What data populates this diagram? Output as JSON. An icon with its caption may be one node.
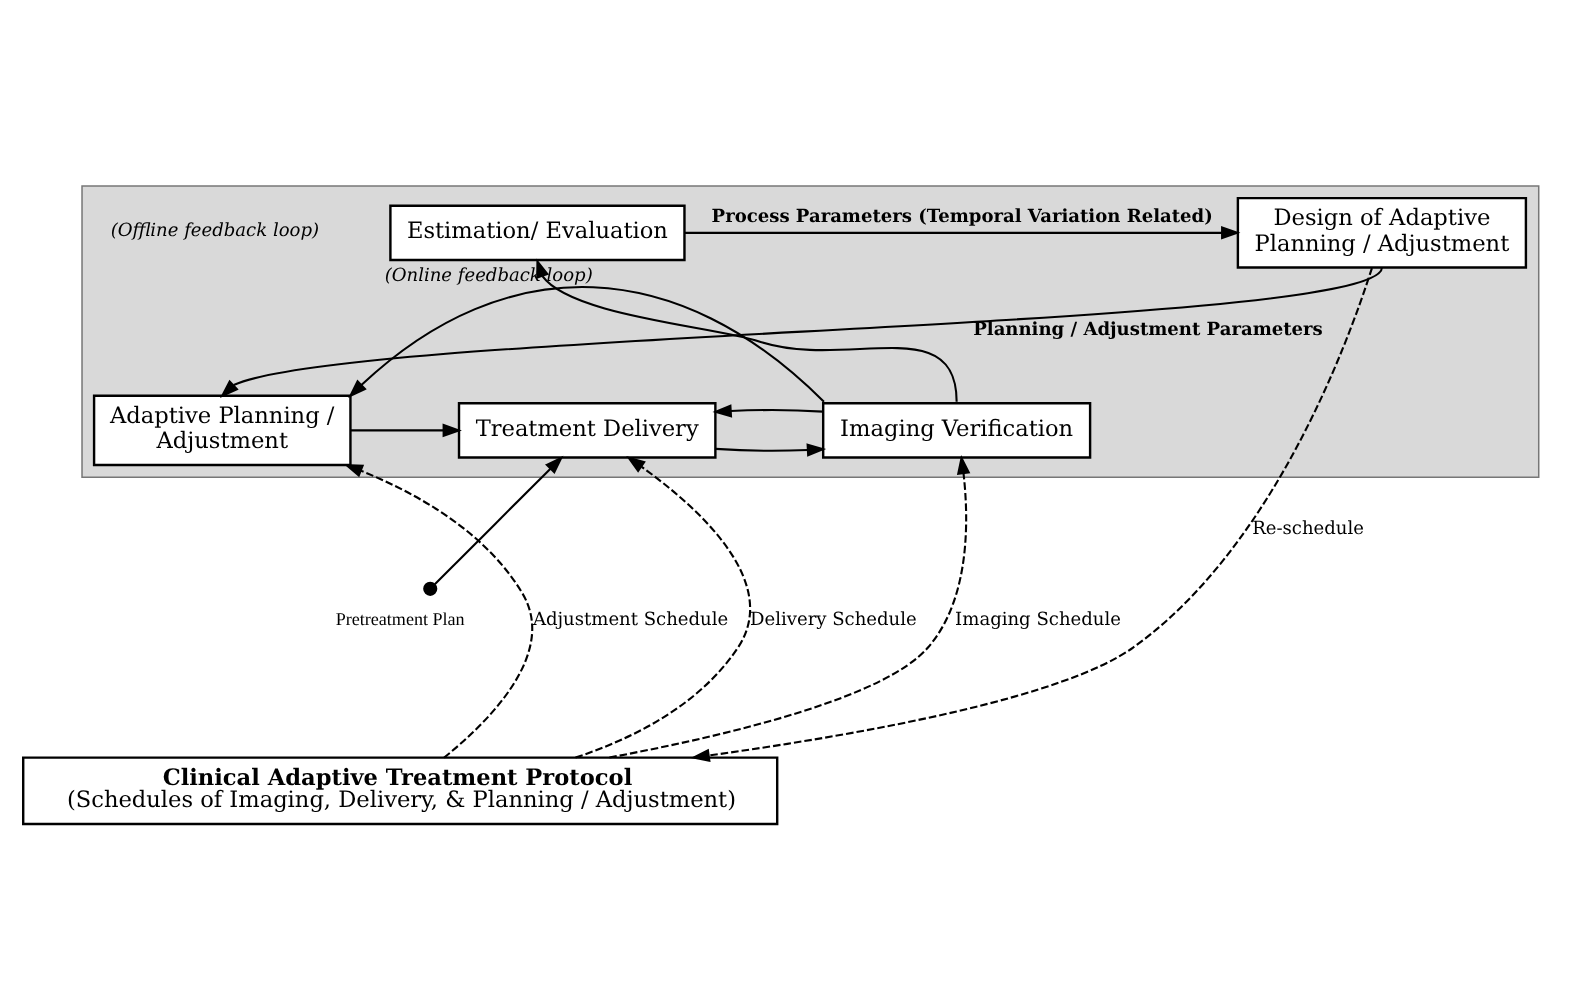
{
  "diagram": {
    "nodes": [
      {
        "text": [],
        "shape": "box"
      },
      {
        "text": [
          "Design of Adaptive Planning / Adjustment"
        ],
        "in": 0
      },
      {
        "text": [
          "Estimation/ Evaluation"
        ],
        "in": 0
      },
      {
        "text": [
          "Adaptive Planning / Adjustment"
        ],
        "in": 0
      },
      {
        "text": [
          "Treatment Delivery"
        ],
        "in": 0
      },
      {
        "text": [
          "Imaging Verification"
        ],
        "in": 0
      },
      {
        "text": [
          "Pretreatment Plan"
        ]
      },
      {
        "text": [
          "Clinical Adaptive Treatment Protocol",
          "(Schedules of Imaging, Delivery, & Planning / Adjustment)"
        ]
      }
    ],
    "edges": [
      {
        "from": 2,
        "to": 1,
        "arrow": "to",
        "label": "Process Parameters (Temporal Variation Related)"
      },
      {
        "from": 1,
        "to": 3,
        "arrow": "to",
        "label": "Planning / Adjustment Parameters"
      },
      {
        "from": 3,
        "to": 4,
        "arrow": "to"
      },
      {
        "from": 4,
        "to": 5,
        "arrow": "to"
      },
      {
        "from": 5,
        "to": 4,
        "arrow": "to"
      },
      {
        "from": 5,
        "to": 2,
        "arrow": "to"
      },
      {
        "from": 5,
        "to": 3,
        "arrow": "to",
        "label": "(Online feedback loop)"
      },
      {
        "from": 6,
        "to": 4,
        "arrow": "to"
      },
      {
        "from": 1,
        "to": 7,
        "arrow": "to",
        "style": "dashed",
        "label": "Re-schedule"
      },
      {
        "from": 7,
        "to": 3,
        "arrow": "to",
        "style": "dashed",
        "label": "Adjustment Schedule"
      },
      {
        "from": 7,
        "to": 4,
        "arrow": "to",
        "style": "dashed",
        "label": "Delivery Schedule"
      },
      {
        "from": 7,
        "to": 5,
        "arrow": "to",
        "style": "dashed",
        "label": "Imaging Schedule"
      }
    ],
    "labels": [
      "(Offline feedback loop)"
    ]
  }
}
